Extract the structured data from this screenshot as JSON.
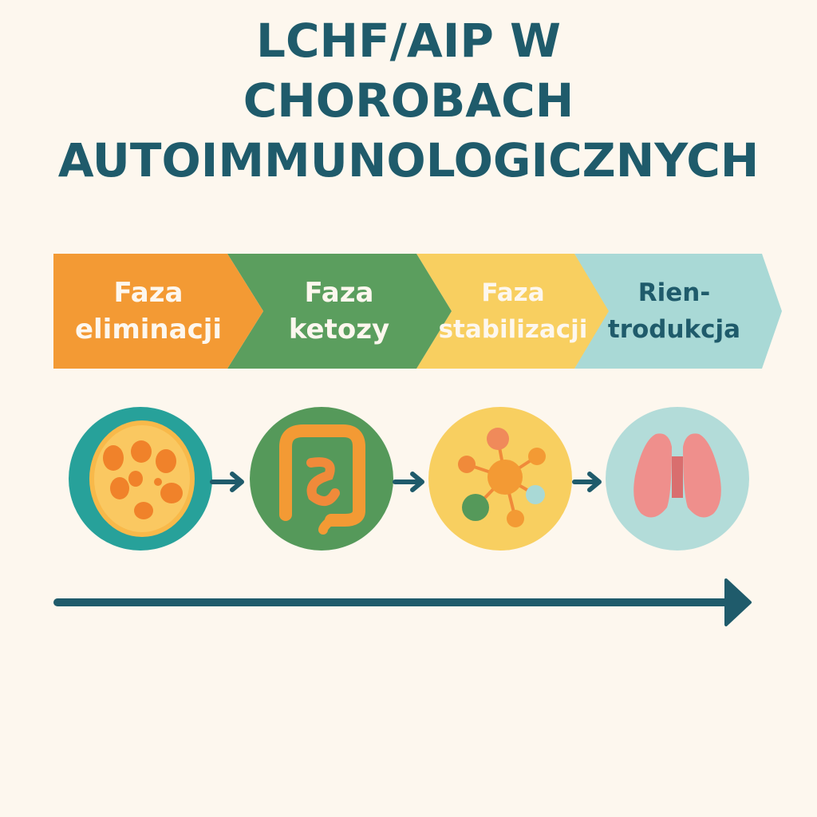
{
  "title": {
    "line1": "LCHF/AIP W",
    "line2": "CHOROBACH",
    "line3": "AUTOIMMUNOLOGICZNYCH"
  },
  "phases": [
    {
      "line1": "Faza",
      "line2": "eliminacji",
      "color": "#f39a34",
      "text_color": "#fdf7ee",
      "icon": "kidney-section-icon",
      "circle_color": "#27a19a"
    },
    {
      "line1": "Faza",
      "line2": "ketozy",
      "color": "#5b9e5e",
      "text_color": "#fdf7ee",
      "icon": "intestine-icon",
      "circle_color": "#55995a"
    },
    {
      "line1": "Faza",
      "line2": "stabilizacji",
      "color": "#f8cf60",
      "text_color": "#fdf7ee",
      "icon": "molecule-network-icon",
      "circle_color": "#f8cf60"
    },
    {
      "line1": "Rien-",
      "line2": "trodukcja",
      "color": "#a9d9d6",
      "text_color": "#1f5b6b",
      "icon": "thyroid-icon",
      "circle_color": "#b3dcd9"
    }
  ],
  "colors": {
    "background": "#fdf7ee",
    "title": "#1f5b6b",
    "arrow": "#1f5b6b"
  }
}
